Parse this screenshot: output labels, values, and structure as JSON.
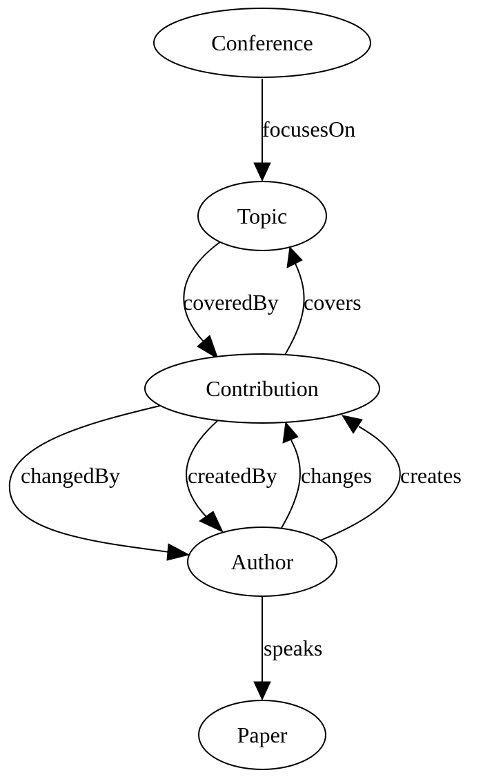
{
  "nodes": {
    "conference": "Conference",
    "topic": "Topic",
    "contribution": "Contribution",
    "author": "Author",
    "paper": "Paper"
  },
  "edges": {
    "focuses_on": "focusesOn",
    "covered_by": "coveredBy",
    "covers": "covers",
    "changed_by": "changedBy",
    "created_by": "createdBy",
    "changes": "changes",
    "creates": "creates",
    "speaks": "speaks"
  }
}
